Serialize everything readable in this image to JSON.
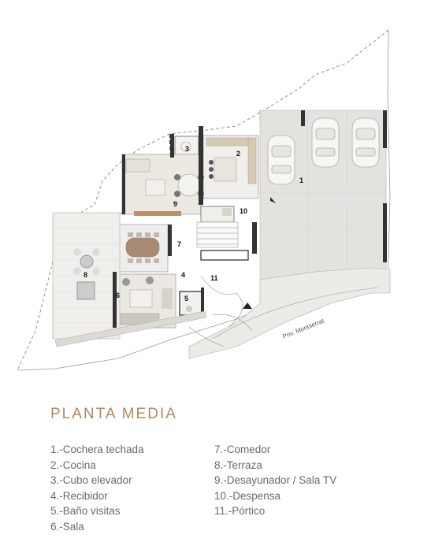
{
  "title": "PLANTA MEDIA",
  "street_label": "Priv. Montserrat",
  "room_numbers": [
    "1",
    "2",
    "3",
    "4",
    "5",
    "6",
    "7",
    "8",
    "9",
    "10",
    "11"
  ],
  "legend_left": [
    "1.-Cochera techada",
    "2.-Cocina",
    "3.-Cubo elevador",
    "4.-Recibidor",
    "5.-Baño visitas",
    "6.-Sala"
  ],
  "legend_right": [
    "7.-Comedor",
    "8.-Terraza",
    "9.-Desayunador / Sala TV",
    "10.-Despensa",
    "11.-Pórtico"
  ],
  "colors": {
    "title": "#b08a5e",
    "legend_text": "#6a6a6a",
    "walls": "#333333",
    "floor": "#e9e7e3"
  }
}
